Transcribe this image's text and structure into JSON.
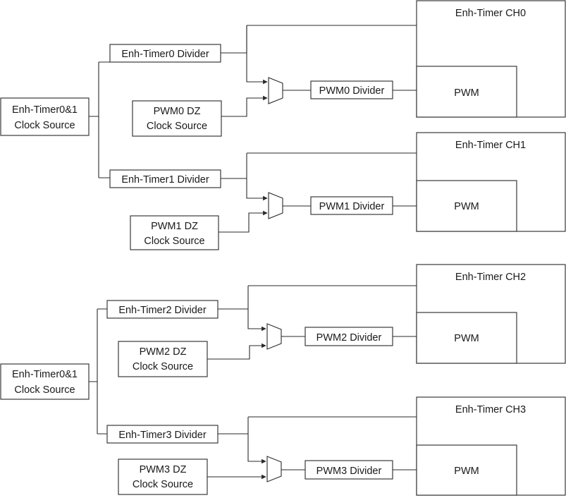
{
  "labels": {
    "src_a_1": "Enh-Timer0&1",
    "src_a_2": "Clock Source",
    "src_b_1": "Enh-Timer0&1",
    "src_b_2": "Clock Source",
    "div_t0": "Enh-Timer0 Divider",
    "div_t1": "Enh-Timer1 Divider",
    "div_t2": "Enh-Timer2 Divider",
    "div_t3": "Enh-Timer3 Divider",
    "dz0_1": "PWM0 DZ",
    "dz0_2": "Clock Source",
    "dz1_1": "PWM1 DZ",
    "dz1_2": "Clock Source",
    "dz2_1": "PWM2 DZ",
    "dz2_2": "Clock Source",
    "dz3_1": "PWM3 DZ",
    "dz3_2": "Clock Source",
    "pdiv0": "PWM0 Divider",
    "pdiv1": "PWM1 Divider",
    "pdiv2": "PWM2 Divider",
    "pdiv3": "PWM3 Divider",
    "ch0": "Enh-Timer CH0",
    "ch1": "Enh-Timer CH1",
    "ch2": "Enh-Timer CH2",
    "ch3": "Enh-Timer CH3",
    "pwm0": "PWM",
    "pwm1": "PWM",
    "pwm2": "PWM",
    "pwm3": "PWM"
  }
}
